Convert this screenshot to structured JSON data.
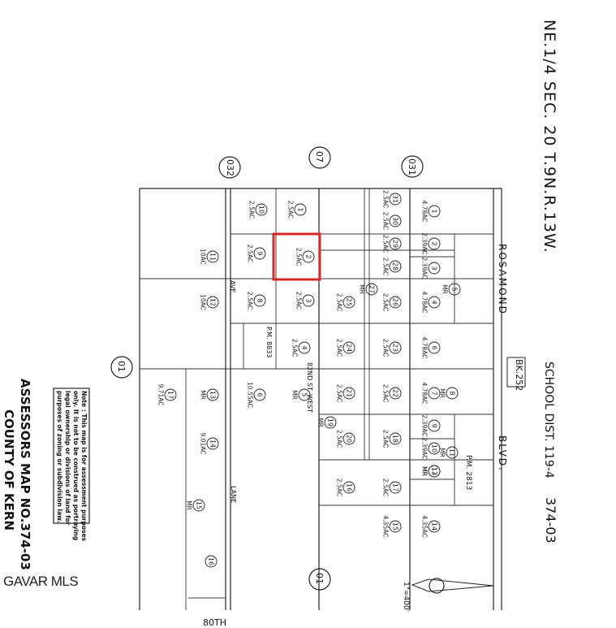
{
  "title": "NE.1/4 SEC. 20 T.9N.R.13W.",
  "school_district": "SCHOOL DIST. 119-4",
  "map_code": "374-03",
  "book_badge": "BK.252",
  "assessor": {
    "line1": "ASSESSORS MAP NO.374-03",
    "line2": "COUNTY OF KERN"
  },
  "note": {
    "line1": "Note : This map is for assessment purposes",
    "line2": "only. It is not to be construed as portraying",
    "line3": "legal ownership or divisions of land for",
    "line4": "purposes of zoning or subdivision law."
  },
  "watermark": "GAVAR MLS",
  "scale": "1\"=400'",
  "roads": {
    "rosamond": "ROSAMOND",
    "blvd": "BLVD.",
    "st_west_80": "80TH",
    "st": "ST.",
    "west": "WEST",
    "road_82": "82ND ST. WEST",
    "ave_h": "AVE.",
    "lane": "LANE",
    "pm": "P.M. 2813",
    "pm2": "P.M. 8833"
  },
  "adjacent": [
    {
      "id": "adj-032",
      "label": "032"
    },
    {
      "id": "adj-07",
      "label": "07"
    },
    {
      "id": "adj-031",
      "label": "031"
    },
    {
      "id": "adj-01-left",
      "label": "01"
    },
    {
      "id": "adj-01-bottom",
      "label": "01"
    }
  ],
  "parcels": [
    {
      "num": "1",
      "area": "4.78AC"
    },
    {
      "num": "2",
      "area": "2.39AC"
    },
    {
      "num": "3",
      "area": "2.39AC"
    },
    {
      "num": "4",
      "area": "4.78AC"
    },
    {
      "num": "5",
      "area": "MR"
    },
    {
      "num": "6",
      "area": "4.78AC"
    },
    {
      "num": "7",
      "area": "4.78AC"
    },
    {
      "num": "8",
      "area": "MR"
    },
    {
      "num": "9",
      "area": "2.39AC"
    },
    {
      "num": "10",
      "area": "2.39AC"
    },
    {
      "num": "11",
      "area": "MR"
    },
    {
      "num": "12",
      "area": "MR"
    },
    {
      "num": "13",
      "area": "MR"
    },
    {
      "num": "14",
      "area": "4.35AC"
    },
    {
      "num": "15",
      "area": "4.35AC"
    },
    {
      "num": "16",
      "area": "2.5AC"
    },
    {
      "num": "17",
      "area": "2.5AC"
    },
    {
      "num": "18",
      "area": "2.5AC"
    },
    {
      "num": "19",
      "area": "MR"
    },
    {
      "num": "20",
      "area": "2.5AC"
    },
    {
      "num": "21",
      "area": "2.5AC"
    },
    {
      "num": "22",
      "area": "2.5AC"
    },
    {
      "num": "23",
      "area": "2.5AC"
    },
    {
      "num": "24",
      "area": "2.5AC"
    },
    {
      "num": "25",
      "area": "2.5AC"
    },
    {
      "num": "26",
      "area": "2.5AC"
    },
    {
      "num": "27",
      "area": "MR"
    },
    {
      "num": "28",
      "area": "2.5AC"
    },
    {
      "num": "29",
      "area": "2.5AC"
    },
    {
      "num": "30",
      "area": "2.5AC"
    },
    {
      "num": "31",
      "area": "2.5AC"
    }
  ],
  "parcels_left": [
    {
      "num": "1",
      "area": "2.5AC"
    },
    {
      "num": "2",
      "area": "2.5AC"
    },
    {
      "num": "3",
      "area": "2.5AC"
    },
    {
      "num": "4",
      "area": "2.5AC"
    },
    {
      "num": "5",
      "area": "MR"
    },
    {
      "num": "6",
      "area": "10.55AC"
    },
    {
      "num": "8",
      "area": "2.5AC"
    },
    {
      "num": "9",
      "area": "2.5AC"
    },
    {
      "num": "10",
      "area": "2.5AC"
    },
    {
      "num": "11",
      "area": "10AC"
    },
    {
      "num": "12",
      "area": "10AC"
    },
    {
      "num": "13",
      "area": "MR"
    },
    {
      "num": "14",
      "area": "9.01AC"
    },
    {
      "num": "15",
      "area": "MR"
    },
    {
      "num": "16",
      "area": ""
    },
    {
      "num": "17",
      "area": "9.71AC"
    }
  ],
  "highlight_parcel": "2",
  "highlight_color": "#d42a2a"
}
